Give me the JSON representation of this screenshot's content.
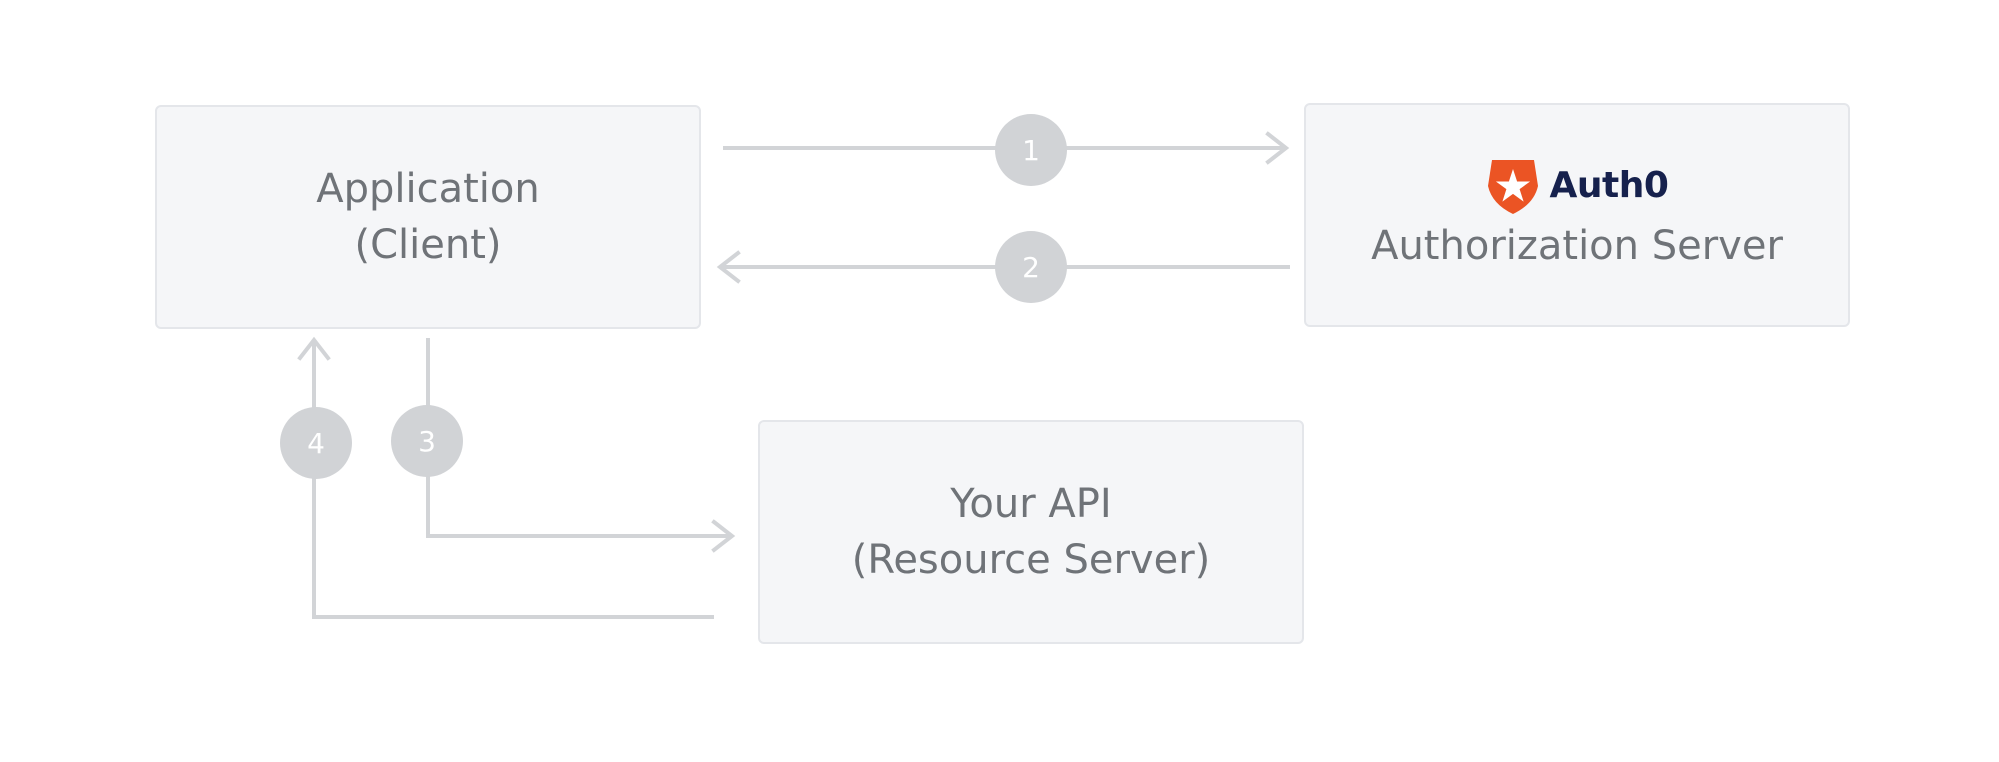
{
  "application": {
    "line1": "Application",
    "line2": "(Client)"
  },
  "authorization": {
    "brand": "Auth0",
    "label": "Authorization Server"
  },
  "api": {
    "line1": "Your API",
    "line2": "(Resource Server)"
  },
  "steps": [
    "1",
    "2",
    "3",
    "4"
  ],
  "colors": {
    "box_fill": "#f5f6f8",
    "box_border": "#e4e6ea",
    "text": "#6f7378",
    "connector": "#d2d4d7",
    "badge": "#d1d3d6",
    "brand_orange": "#eb5424",
    "brand_navy": "#16214d"
  },
  "icons": {
    "logo": "auth0-shield-star-icon"
  }
}
